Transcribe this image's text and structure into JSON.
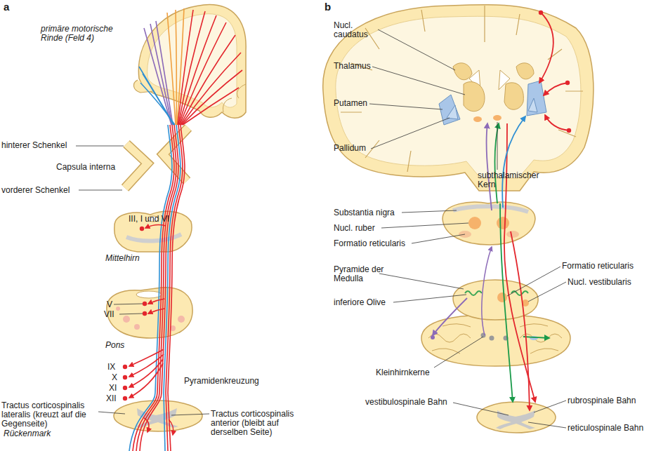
{
  "diagram": {
    "labels": [
      "a",
      "primäre motorische Rinde (Feld 4)",
      "hinterer Schenkel",
      "Capsula interna",
      "vorderer Schenkel",
      "III, I und VI",
      "Mittelhirn",
      "V",
      "VII",
      "Pons",
      "IX",
      "X",
      "XI",
      "XII",
      "Pyramidenkreuzung",
      "Tractus corticospinalis lateralis (kreuzt auf die Gegenseite)",
      "Rückenmark",
      "Tractus corticospinalis anterior (bleibt auf derselben Seite)",
      "b",
      "Nucl. caudatus",
      "Thalamus",
      "Putamen",
      "Pallidum",
      "subthalamischer Kern",
      "Substantia nigra",
      "Nucl. ruber",
      "Formatio reticularis",
      "Pyramide der Medulla",
      "inferiore Olive",
      "Formatio reticularis",
      "Nucl. vestibularis",
      "Kleinhirnkerne",
      "vestibulospinale Bahn",
      "rubrospinale Bahn",
      "reticulospinale Bahn"
    ]
  }
}
